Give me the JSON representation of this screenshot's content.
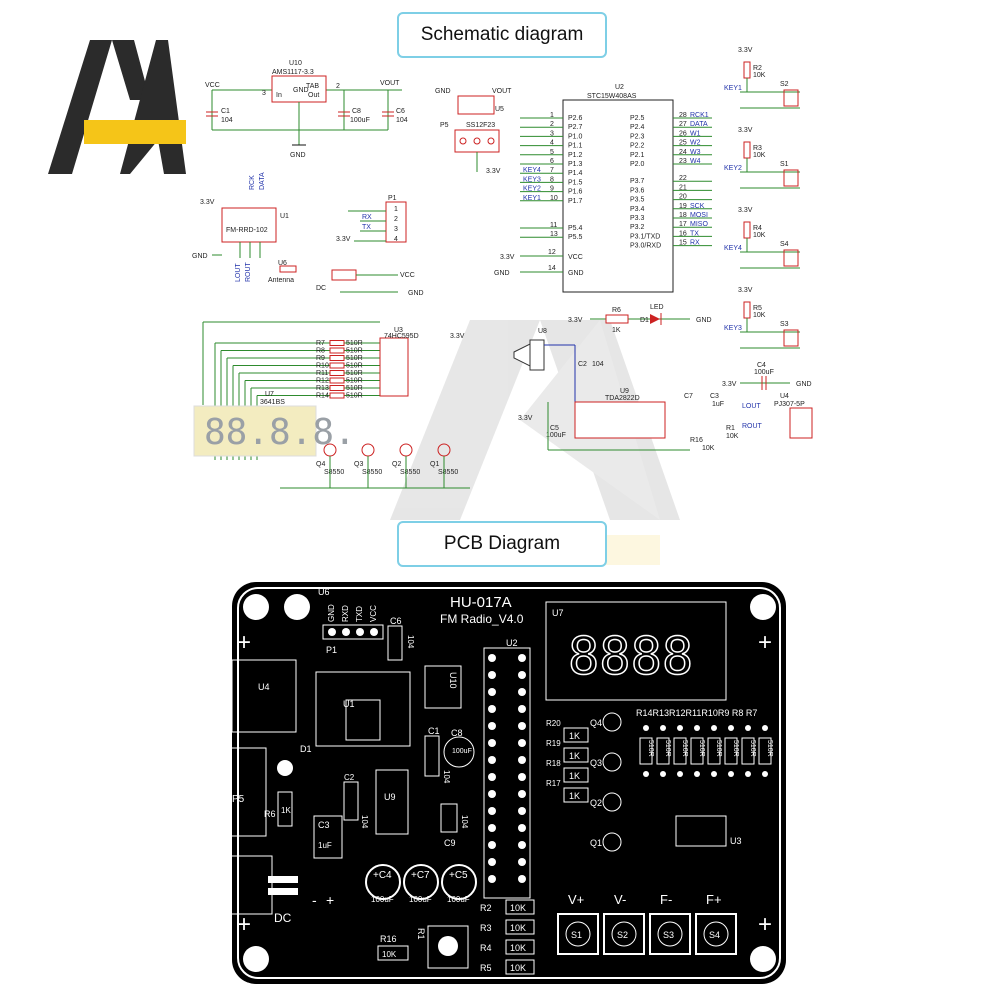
{
  "titles": {
    "schematic": "Schematic diagram",
    "pcb": "PCB Diagram"
  },
  "colors": {
    "accent": "#f5c518",
    "logo_dark": "#2b2b2b",
    "wire": "#2e8b2e",
    "wire_blue": "#2233aa",
    "pcb_bg": "#000000",
    "pcb_silk": "#ffffff",
    "frame": "#7ecfe6",
    "net_red": "#cc2222"
  },
  "schematic": {
    "power": {
      "u10": "U10",
      "u10_part": "AMS1117-3.3",
      "pins": [
        "In",
        "GND",
        "TAB",
        "Out"
      ],
      "vcc": "VCC",
      "vout": "VOUT",
      "c1": "C1",
      "c1_val": "104",
      "c8": "C8",
      "c8_val": "100uF",
      "c6": "C6",
      "c6_val": "104",
      "gnd": "GND",
      "pin3": "3",
      "pin2": "2"
    },
    "u5": {
      "ref": "U5",
      "part": "SS12F23",
      "gnd": "GND",
      "vout": "VOUT",
      "p5": "P5",
      "v33": "3.3V"
    },
    "u1": {
      "ref": "U1",
      "part": "FM-RRD-102",
      "v33": "3.3V",
      "rck": "RCK",
      "data": "DATA",
      "lout": "LOUT",
      "rout": "ROUT",
      "antenna": "Antenna",
      "u6": "U6",
      "gnd": "GND"
    },
    "p1": {
      "ref": "P1",
      "rx": "RX",
      "tx": "TX",
      "v33": "3.3V",
      "pins": [
        "1",
        "2",
        "3",
        "4"
      ]
    },
    "dc": {
      "label": "DC",
      "vcc": "VCC",
      "gnd": "GND"
    },
    "u2": {
      "ref": "U2",
      "part": "STC15W408AS",
      "left_pins": [
        {
          "num": "1",
          "name": "P2.6",
          "net": ""
        },
        {
          "num": "2",
          "name": "P2.7",
          "net": ""
        },
        {
          "num": "3",
          "name": "P1.0",
          "net": ""
        },
        {
          "num": "4",
          "name": "P1.1",
          "net": ""
        },
        {
          "num": "5",
          "name": "P1.2",
          "net": ""
        },
        {
          "num": "6",
          "name": "P1.3",
          "net": ""
        },
        {
          "num": "7",
          "name": "P1.4",
          "net": "KEY4"
        },
        {
          "num": "8",
          "name": "P1.5",
          "net": "KEY3"
        },
        {
          "num": "9",
          "name": "P1.6",
          "net": "KEY2"
        },
        {
          "num": "10",
          "name": "P1.7",
          "net": "KEY1"
        },
        {
          "num": "11",
          "name": "P5.4",
          "net": ""
        },
        {
          "num": "13",
          "name": "P5.5",
          "net": ""
        }
      ],
      "right_pins": [
        {
          "num": "28",
          "name": "P2.5",
          "net": "RCK1"
        },
        {
          "num": "27",
          "name": "P2.4",
          "net": "DATA"
        },
        {
          "num": "26",
          "name": "P2.3",
          "net": "W1"
        },
        {
          "num": "25",
          "name": "P2.2",
          "net": "W2"
        },
        {
          "num": "24",
          "name": "P2.1",
          "net": "W3"
        },
        {
          "num": "23",
          "name": "P2.0",
          "net": "W4"
        },
        {
          "num": "22",
          "name": "P3.7",
          "net": ""
        },
        {
          "num": "21",
          "name": "P3.6",
          "net": ""
        },
        {
          "num": "20",
          "name": "P3.5",
          "net": ""
        },
        {
          "num": "19",
          "name": "P3.4",
          "net": "SCK"
        },
        {
          "num": "18",
          "name": "P3.3",
          "net": "MOSI"
        },
        {
          "num": "17",
          "name": "P3.2",
          "net": "MISO"
        },
        {
          "num": "16",
          "name": "P3.1/TXD",
          "net": "TX"
        },
        {
          "num": "15",
          "name": "P3.0/RXD",
          "net": "RX"
        }
      ],
      "vcc_pin": {
        "num": "12",
        "name": "VCC",
        "net": "3.3V"
      },
      "gnd_pin": {
        "num": "14",
        "name": "GND",
        "net": "GND"
      }
    },
    "led": {
      "r6": "R6",
      "r6_val": "1K",
      "d1": "D1",
      "label": "LED",
      "v33": "3.3V",
      "gnd": "GND"
    },
    "keys": [
      {
        "r": "R2",
        "rv": "10K",
        "s": "S2",
        "net": "KEY1",
        "v33": "3.3V"
      },
      {
        "r": "R3",
        "rv": "10K",
        "s": "S1",
        "net": "KEY2",
        "v33": "3.3V"
      },
      {
        "r": "R4",
        "rv": "10K",
        "s": "S4",
        "net": "KEY4",
        "v33": "3.3V"
      },
      {
        "r": "R5",
        "rv": "10K",
        "s": "S3",
        "net": "KEY3",
        "v33": "3.3V"
      }
    ],
    "c4": {
      "ref": "C4",
      "val": "100uF",
      "v33": "3.3V",
      "gnd": "GND"
    },
    "display": {
      "u3": "U3",
      "u3_part": "74HC595D",
      "u7": "U7",
      "u7_part": "3641BS",
      "r_val": "510R",
      "digits": "88.8.8.",
      "res": [
        "R7",
        "R8",
        "R9",
        "R10",
        "R11",
        "R12",
        "R13",
        "R14"
      ],
      "transistors": [
        "Q4",
        "Q3",
        "Q2",
        "Q1"
      ],
      "tr_part": "S8550",
      "v33": "3.3V"
    },
    "amp": {
      "u8": "U8",
      "u9": "U9",
      "u9_part": "TDA2822D",
      "c2": "C2",
      "c2_val": "104",
      "c5": "C5",
      "c5_val": "100uF",
      "c7": "C7",
      "c3": "C3",
      "c3_val": "1uF",
      "r16": "R16",
      "r16_val": "10K",
      "r1": "R1",
      "r1_val": "10K",
      "u4": "U4",
      "u4_part": "PJ307-5P",
      "lout": "LOUT",
      "rout": "ROUT",
      "v33": "3.3V"
    }
  },
  "pcb": {
    "model": "HU-017A",
    "subtitle": "FM Radio_V4.0",
    "p1_pins": [
      "GND",
      "RXD",
      "TXD",
      "VCC"
    ],
    "labels": {
      "u6": "U6",
      "p1": "P1",
      "c6": "C6",
      "c6_val": "104",
      "u2": "U2",
      "u7": "U7",
      "u4": "U4",
      "u1": "U1",
      "u10": "U10",
      "c8": "C8",
      "c8_val": "100uF",
      "c1": "C1",
      "c1_val": "104",
      "d1": "D1",
      "p5": "P5",
      "r6": "R6",
      "r6_val": "1K",
      "c2": "C2",
      "c2_val": "104",
      "u9": "U9",
      "c9": "C9",
      "c9_val": "104",
      "c3": "C3",
      "c3_val": "1uF",
      "dc": "DC",
      "minus": "-",
      "plus": "+",
      "u3": "U3",
      "r1": "R1",
      "r16": "R16",
      "r16_val": "10K"
    },
    "caps": [
      {
        "ref": "C4",
        "val": "100uF"
      },
      {
        "ref": "C7",
        "val": "100uF"
      },
      {
        "ref": "C5",
        "val": "100uF"
      }
    ],
    "q_labels": [
      "Q4",
      "Q3",
      "Q2",
      "Q1"
    ],
    "small_res": [
      {
        "ref": "R20",
        "val": "1K"
      },
      {
        "ref": "R19",
        "val": "1K"
      },
      {
        "ref": "R18",
        "val": "1K"
      },
      {
        "ref": "R17",
        "val": "1K"
      }
    ],
    "bar_res_header": "R14R13R12R11R10R9 R8 R7",
    "bar_res_val": "510R",
    "bottom_res": [
      {
        "ref": "R2",
        "val": "10K"
      },
      {
        "ref": "R3",
        "val": "10K"
      },
      {
        "ref": "R4",
        "val": "10K"
      },
      {
        "ref": "R5",
        "val": "10K"
      }
    ],
    "buttons": [
      {
        "top": "V+",
        "name": "S1"
      },
      {
        "top": "V-",
        "name": "S2"
      },
      {
        "top": "F-",
        "name": "S3"
      },
      {
        "top": "F+",
        "name": "S4"
      }
    ]
  }
}
